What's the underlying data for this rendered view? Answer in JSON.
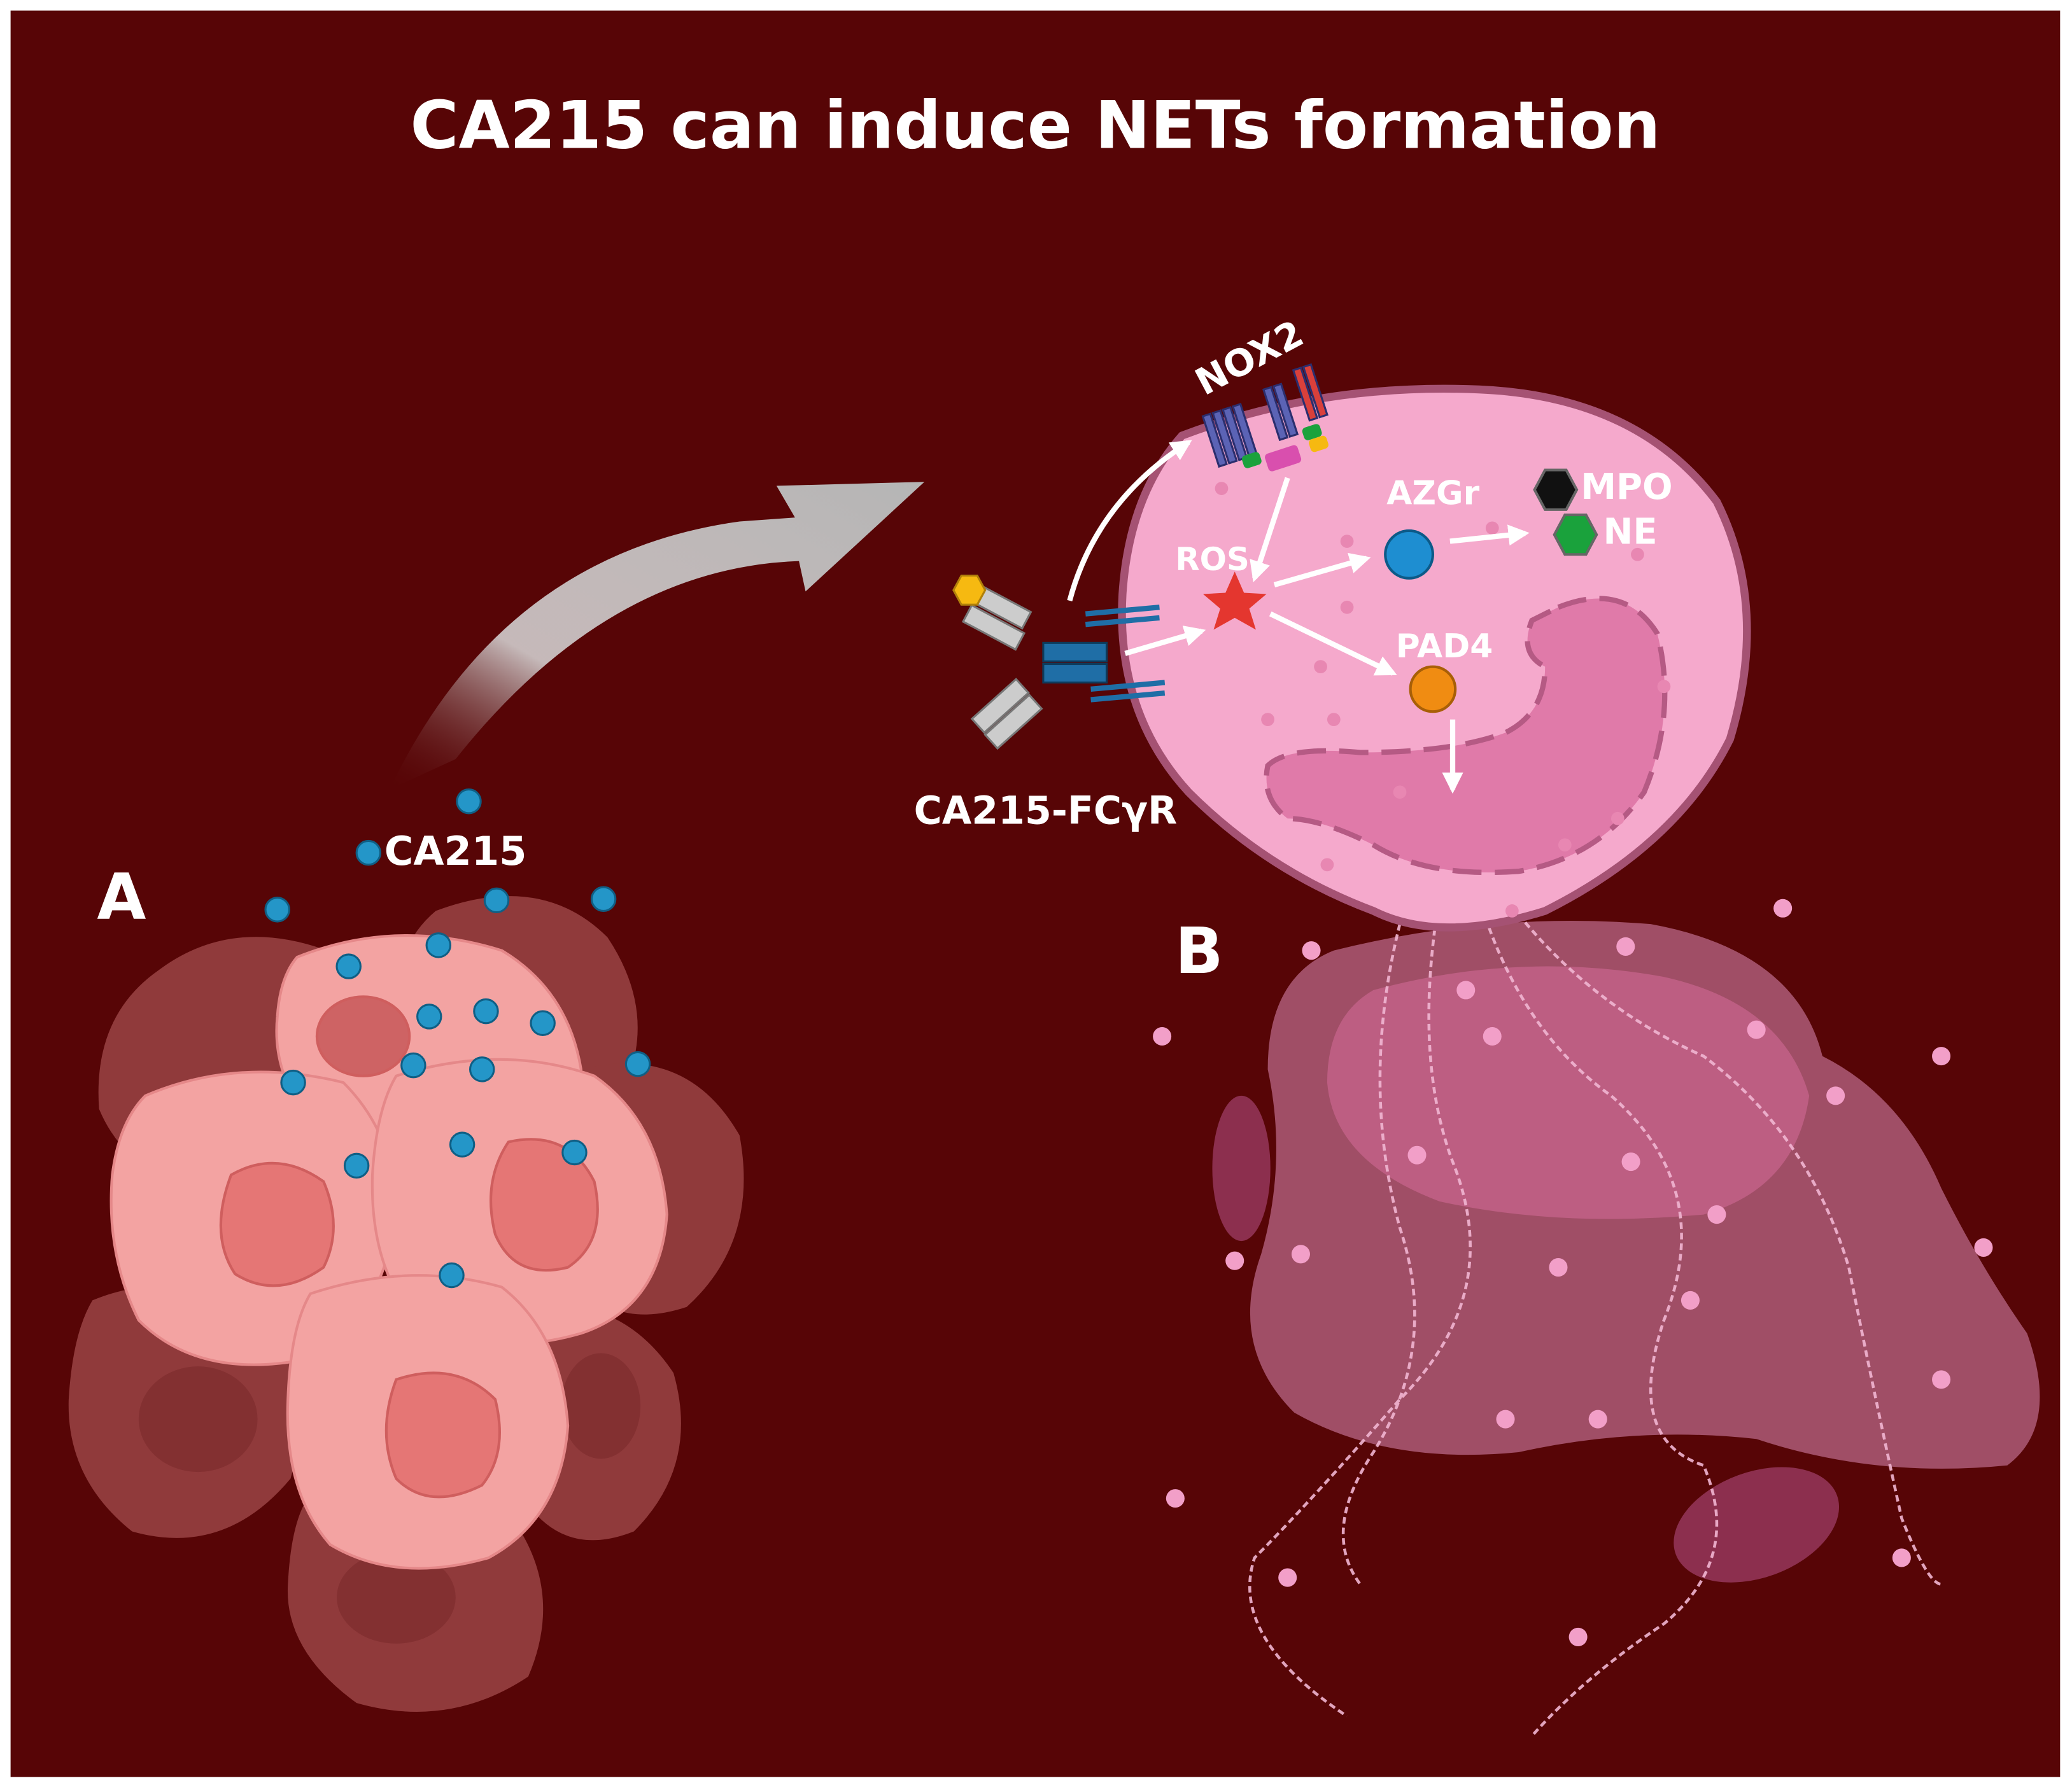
{
  "title": "CA215 can induce NETs formation",
  "labels": {
    "panel_a": "A",
    "panel_b": "B",
    "ca215": "CA215",
    "receptor": "CA215-FCγR",
    "nox2": "NOX2",
    "ros": "ROS",
    "azgr": "AZGr",
    "mpo": "MPO",
    "ne": "NE",
    "pad4": "PAD4"
  },
  "colors": {
    "background": "#570506",
    "frame": "#ffffff",
    "title_text": "#ffffff",
    "tumor_cell": "#f3a3a2",
    "tumor_cell_shadow": "#c76768",
    "tumor_nucleus": "#e57675",
    "ca215_particle": "#2496c8",
    "neutrophil": "#f5a9cc",
    "neutrophil_border": "#a55273",
    "neutrophil_nucleus": "#e07aa9",
    "net_cloud": "#c8628a",
    "ros_star": "#e4362f",
    "azgr_granule": "#1e8ed1",
    "pad4_granule": "#f08c12",
    "mpo_marker": "#111111",
    "ne_marker": "#1aa23c",
    "receptor_blue": "#1f6ea6",
    "antigen_yellow": "#f6b911",
    "nox2_blue": "#5b63b5",
    "nox2_red": "#d9403b",
    "arrow_white": "#ffffff",
    "big_arrow_grey": "#bfbfbf"
  }
}
